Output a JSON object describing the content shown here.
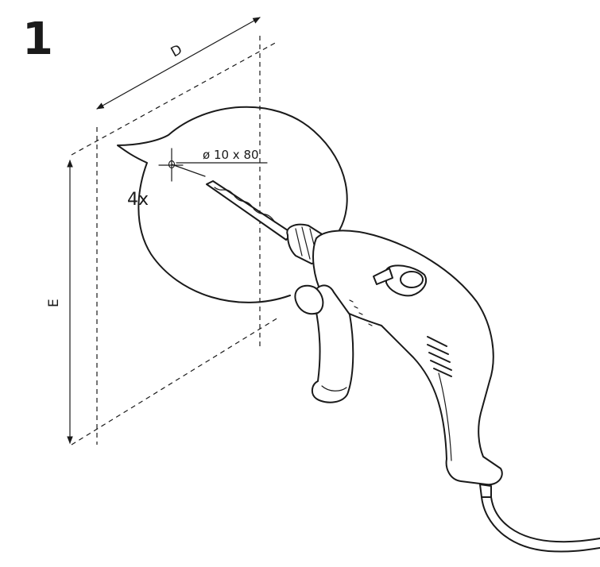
{
  "step": {
    "number": "1"
  },
  "dimensions": {
    "depth_label": "D",
    "height_label": "E"
  },
  "detail": {
    "multiplier": "4x",
    "hole_spec": "ø 10 x 80"
  }
}
